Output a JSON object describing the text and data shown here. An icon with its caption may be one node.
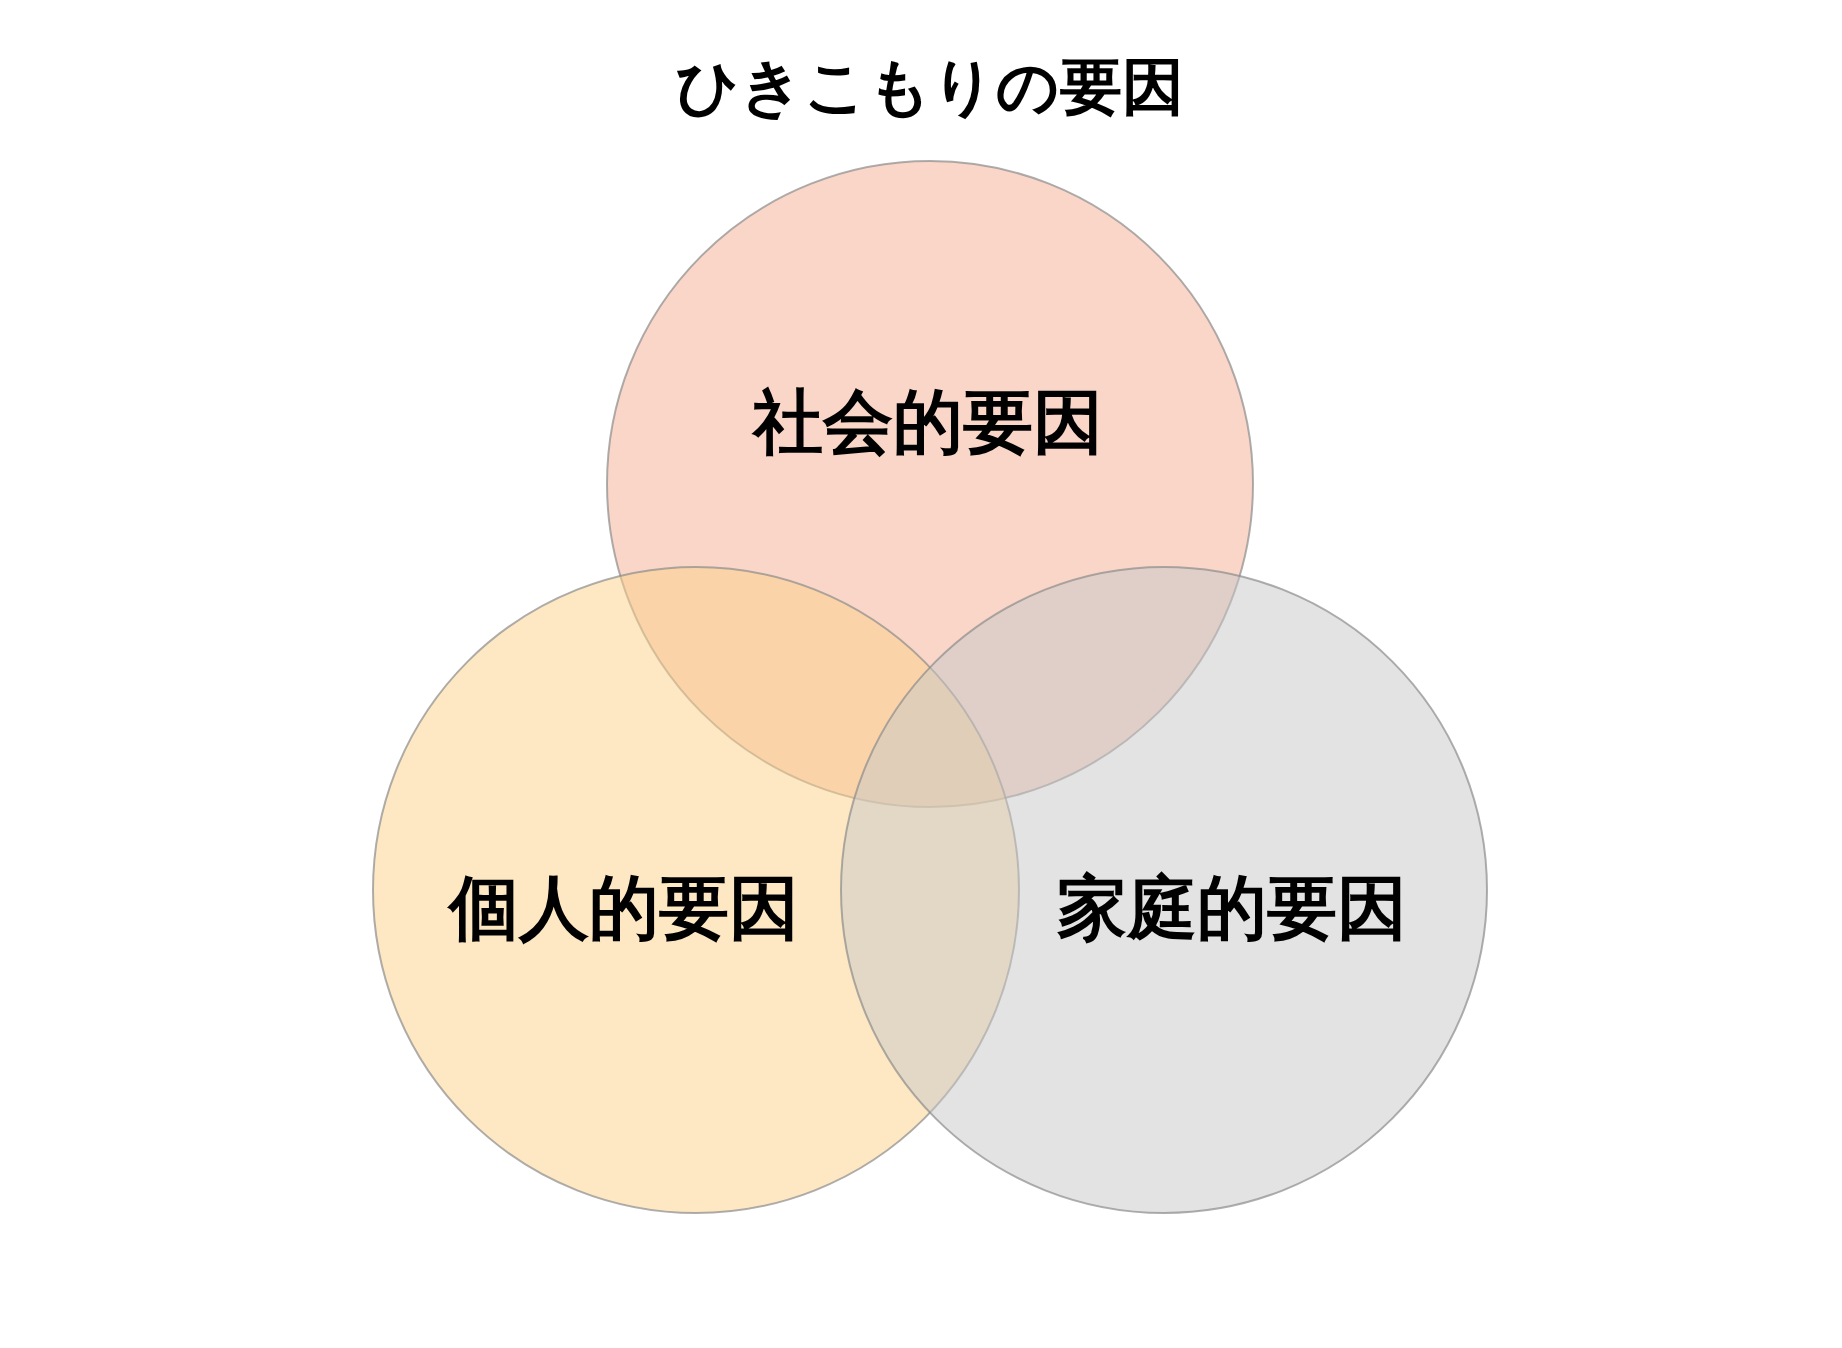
{
  "diagram": {
    "title": "ひきこもりの要因",
    "nodes": [
      {
        "text": [
          "社会的要因"
        ]
      },
      {
        "text": [
          "個人的要因"
        ]
      },
      {
        "text": [
          "家庭的要因"
        ]
      }
    ]
  }
}
